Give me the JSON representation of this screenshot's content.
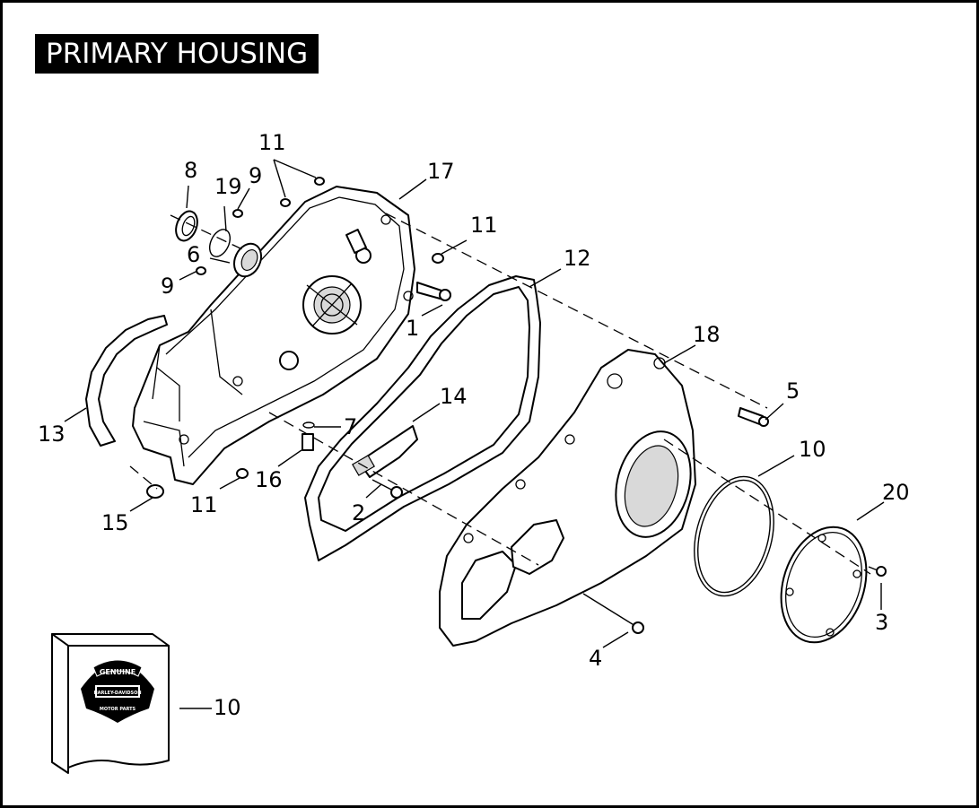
{
  "title": "PRIMARY HOUSING",
  "callouts": {
    "c1": "1",
    "c2": "2",
    "c3": "3",
    "c4": "4",
    "c5": "5",
    "c6": "6",
    "c7": "7",
    "c8": "8",
    "c9a": "9",
    "c9b": "9",
    "c10a": "10",
    "c10b": "10",
    "c11a": "11",
    "c11b": "11",
    "c11c": "11",
    "c12": "12",
    "c13": "13",
    "c14": "14",
    "c15": "15",
    "c16": "16",
    "c17": "17",
    "c18": "18",
    "c19": "19",
    "c20": "20"
  },
  "logo": {
    "top": "GENUINE",
    "brand": "HARLEY-DAVIDSON",
    "bottom": "MOTOR PARTS"
  }
}
